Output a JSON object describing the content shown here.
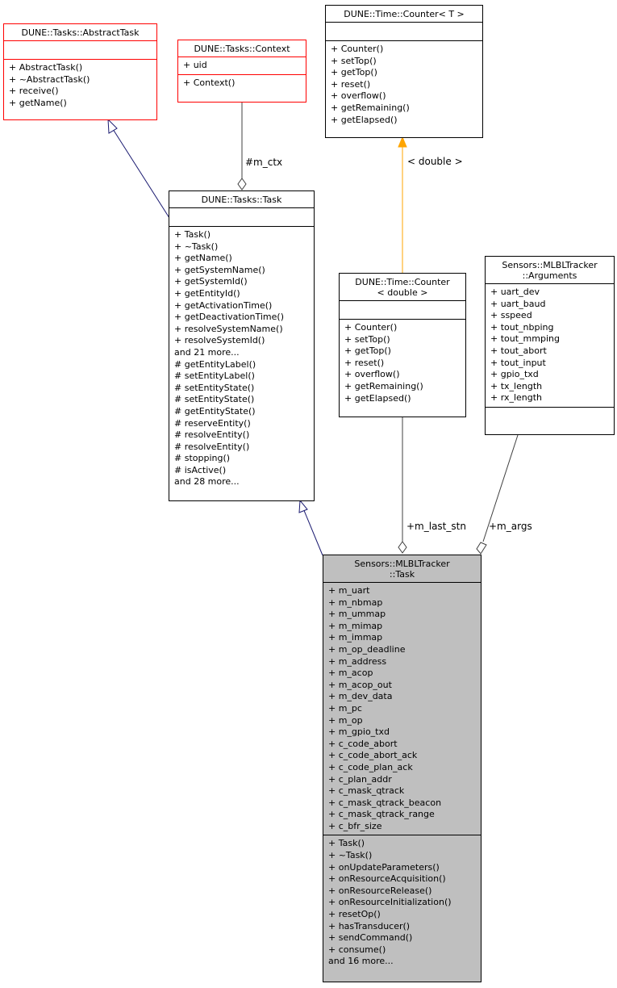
{
  "edge_labels": {
    "ctx": "#m_ctx",
    "template_param": "< double >",
    "last_stn": "+m_last_stn",
    "args": "+m_args"
  },
  "classes": {
    "abstract_task": {
      "name": [
        "DUNE::Tasks::AbstractTask"
      ],
      "attributes": [],
      "methods": [
        "+ AbstractTask()",
        "+ ~AbstractTask()",
        "+ receive()",
        "+ getName()"
      ]
    },
    "context": {
      "name": [
        "DUNE::Tasks::Context"
      ],
      "attributes": [
        "+ uid"
      ],
      "methods": [
        "+ Context()"
      ]
    },
    "counter_t": {
      "name": [
        "DUNE::Time::Counter< T >"
      ],
      "attributes": [],
      "methods": [
        "+ Counter()",
        "+ setTop()",
        "+ getTop()",
        "+ reset()",
        "+ overflow()",
        "+ getRemaining()",
        "+ getElapsed()"
      ]
    },
    "tasks_task": {
      "name": [
        "DUNE::Tasks::Task"
      ],
      "attributes": [],
      "methods": [
        "+ Task()",
        "+ ~Task()",
        "+ getName()",
        "+ getSystemName()",
        "+ getSystemId()",
        "+ getEntityId()",
        "+ getActivationTime()",
        "+ getDeactivationTime()",
        "+ resolveSystemName()",
        "+ resolveSystemId()",
        "and 21 more...",
        "# getEntityLabel()",
        "# setEntityLabel()",
        "# setEntityState()",
        "# setEntityState()",
        "# getEntityState()",
        "# reserveEntity()",
        "# resolveEntity()",
        "# resolveEntity()",
        "# stopping()",
        "# isActive()",
        "and 28 more..."
      ]
    },
    "counter_double": {
      "name": [
        "DUNE::Time::Counter",
        "< double >"
      ],
      "attributes": [],
      "methods": [
        "+ Counter()",
        "+ setTop()",
        "+ getTop()",
        "+ reset()",
        "+ overflow()",
        "+ getRemaining()",
        "+ getElapsed()"
      ]
    },
    "arguments": {
      "name": [
        "Sensors::MLBLTracker",
        "::Arguments"
      ],
      "attributes": [
        "+ uart_dev",
        "+ uart_baud",
        "+ sspeed",
        "+ tout_nbping",
        "+ tout_mmping",
        "+ tout_abort",
        "+ tout_input",
        "+ gpio_txd",
        "+ tx_length",
        "+ rx_length"
      ],
      "methods": []
    },
    "mlbl_task": {
      "name": [
        "Sensors::MLBLTracker",
        "::Task"
      ],
      "attributes": [
        "+ m_uart",
        "+ m_nbmap",
        "+ m_ummap",
        "+ m_mimap",
        "+ m_immap",
        "+ m_op_deadline",
        "+ m_address",
        "+ m_acop",
        "+ m_acop_out",
        "+ m_dev_data",
        "+ m_pc",
        "+ m_op",
        "+ m_gpio_txd",
        "+ c_code_abort",
        "+ c_code_abort_ack",
        "+ c_code_plan_ack",
        "+ c_plan_addr",
        "+ c_mask_qtrack",
        "+ c_mask_qtrack_beacon",
        "+ c_mask_qtrack_range",
        "+ c_bfr_size"
      ],
      "methods": [
        "+ Task()",
        "+ ~Task()",
        "+ onUpdateParameters()",
        "+ onResourceAcquisition()",
        "+ onResourceRelease()",
        "+ onResourceInitialization()",
        "+ resetOp()",
        "+ hasTransducer()",
        "+ sendCommand()",
        "+ consume()",
        "and 16 more..."
      ]
    }
  }
}
